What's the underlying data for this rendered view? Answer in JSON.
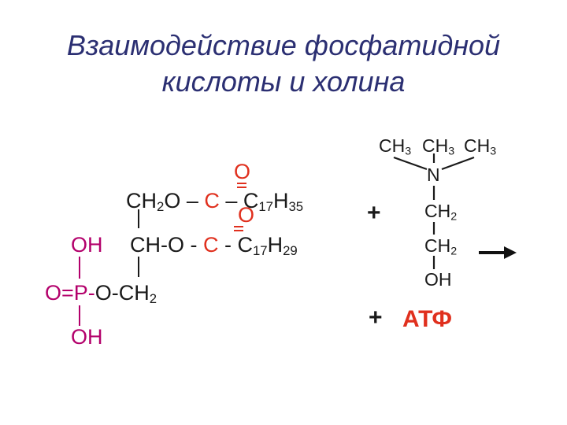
{
  "title": {
    "line1": "Взаимодействие  фосфатидной",
    "line2": "кислоты и холина"
  },
  "phosphatidic_acid": {
    "o_top": "O",
    "row1_prefix": "CH",
    "row1_sub": "2",
    "row1_o": "O – ",
    "row1_c": "C",
    "row1_dash": " – C",
    "row1_sub2": "17",
    "row1_h": "H",
    "row1_sub3": "35",
    "o_mid": "O",
    "oh_top": "OH",
    "row2_ch": "CH-O - ",
    "row2_c": "C",
    "row2_dash": " -  C",
    "row2_sub": "17",
    "row2_h": "H",
    "row2_sub2": "29",
    "row3_op": "O=P-",
    "row3_rest": "O-CH",
    "row3_sub": "2",
    "oh_bottom": "OH"
  },
  "plus1": "+",
  "choline": {
    "methyl": "CH",
    "methyl_sub": "3",
    "n": "N",
    "ch2": "CH",
    "ch2_sub": "2",
    "oh": "OH"
  },
  "plus2": "+",
  "atp": "АТФ",
  "colors": {
    "title": "#2b2f72",
    "phosphate": "#b3006b",
    "carbonyl": "#e0301e",
    "atp": "#e0301e",
    "text": "#1a1a1a"
  }
}
